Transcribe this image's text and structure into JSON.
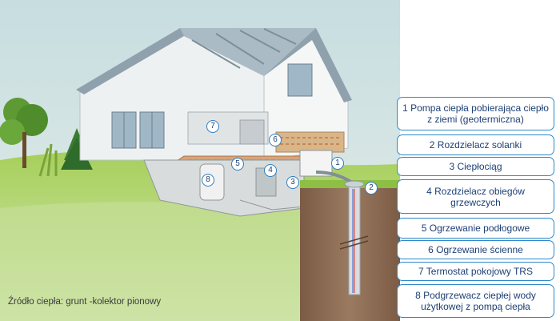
{
  "legend": [
    {
      "label": "1 Pompa ciepła pobierająca ciepło z ziemi (geotermiczna)"
    },
    {
      "label": "2 Rozdzielacz solanki"
    },
    {
      "label": "3 Ciepłociąg"
    },
    {
      "label": "4 Rozdzielacz obiegów grzewczych"
    },
    {
      "label": "5 Ogrzewanie podłogowe"
    },
    {
      "label": "6 Ogrzewanie ścienne"
    },
    {
      "label": "7 Termostat pokojowy TRS"
    },
    {
      "label": "8 Podgrzewacz ciepłej wody użytkowej z pompą ciepła"
    }
  ],
  "markers": [
    "1",
    "2",
    "3",
    "4",
    "5",
    "6",
    "7",
    "8"
  ],
  "caption": "Źródło ciepła: grunt -kolektor pionowy",
  "colors": {
    "accent": "#2d89c8",
    "text": "#1d3f75",
    "soil": "#8b6b52",
    "grass": "#8dbf44"
  }
}
